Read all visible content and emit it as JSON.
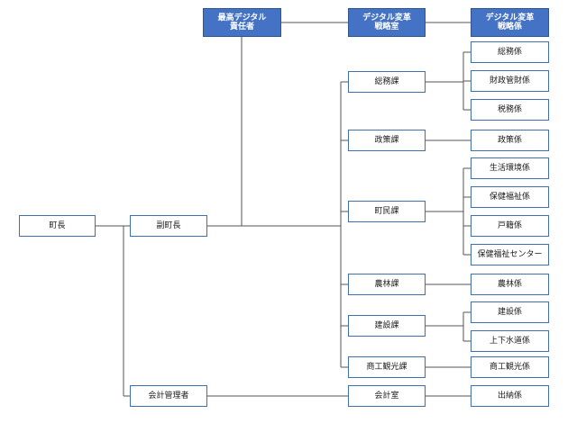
{
  "nodes": {
    "mayor": "町長",
    "deputy": "副町長",
    "accounting_manager": "会計管理者",
    "cdo": "最高デジタル\n責任者",
    "dx_office": "デジタル変革\n戦略室",
    "dx_section": "デジタル変革\n戦略係",
    "general_affairs": "総務課",
    "sec_general": "総務係",
    "sec_finance": "財政管財係",
    "sec_tax": "税務係",
    "policy": "政策課",
    "sec_policy": "政策係",
    "residents": "町民課",
    "sec_environment": "生活環境係",
    "sec_health": "保健福祉係",
    "sec_registry": "戸籍係",
    "sec_health_center": "保健福祉センター",
    "agriculture": "農林課",
    "sec_agriculture": "農林係",
    "construction": "建設課",
    "sec_construction": "建設係",
    "sec_water": "上下水道係",
    "commerce": "商工観光課",
    "sec_commerce": "商工観光係",
    "accounting_office": "会計室",
    "sec_disbursement": "出納係"
  },
  "colors": {
    "highlight_fill": "#4472c4",
    "border": "#3f6fb0",
    "connector": "#555555"
  }
}
